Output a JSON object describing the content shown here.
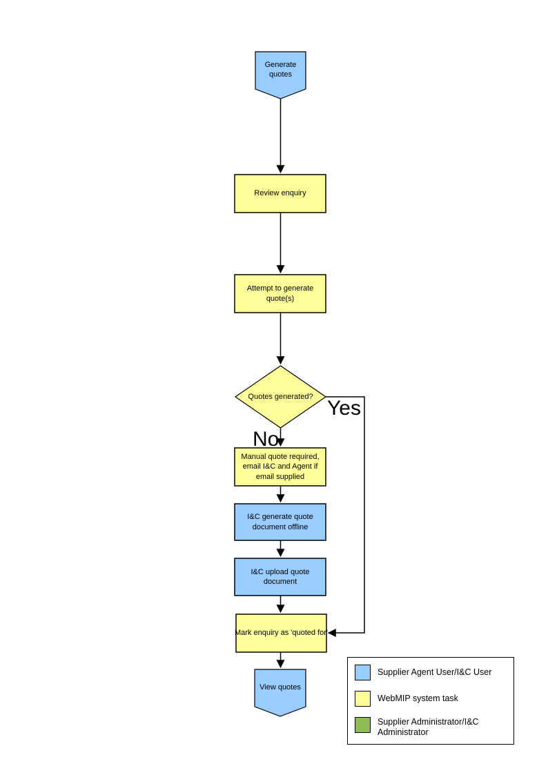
{
  "nodes": {
    "generate_quotes": {
      "label": "Generate quotes"
    },
    "review_enquiry": {
      "label": "Review enquiry"
    },
    "attempt_generate": {
      "label": "Attempt to generate quote(s)"
    },
    "quotes_generated": {
      "label": "Quotes generated?"
    },
    "manual_quote": {
      "label": "Manual quote required, email I&C and Agent if email supplied"
    },
    "ic_generate_offline": {
      "label": "I&C generate quote document offline"
    },
    "ic_upload": {
      "label": "I&C upload quote document"
    },
    "mark_quoted": {
      "label": "Mark enquiry as 'quoted for'"
    },
    "view_quotes": {
      "label": "View quotes"
    }
  },
  "branches": {
    "yes": "Yes",
    "no": "No"
  },
  "legend": {
    "items": [
      {
        "label": "Supplier Agent User/I&C User",
        "color": "#99CCFF"
      },
      {
        "label": "WebMIP system task",
        "color": "#FFFF99"
      },
      {
        "label": "Supplier Administrator/I&C Administrator",
        "color": "#8FBE56"
      }
    ]
  },
  "colors": {
    "actor_blue": "#99CCFF",
    "system_yellow": "#FFFF99",
    "admin_green": "#8FBE56",
    "line": "#000000"
  }
}
